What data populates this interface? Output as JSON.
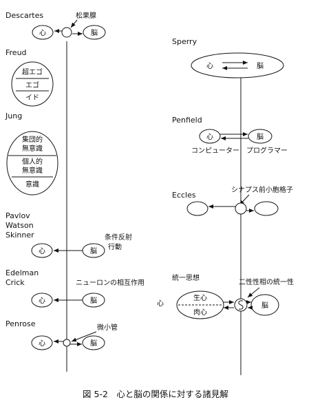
{
  "left": {
    "descartes": {
      "name": "Descartes",
      "mind": "心",
      "brain": "脳",
      "gland": "松果腺"
    },
    "freud": {
      "name": "Freud",
      "rows": [
        "超エゴ",
        "エゴ",
        "イド"
      ]
    },
    "jung": {
      "name": "Jung",
      "rows": [
        "集団的",
        "無意識",
        "個人的",
        "無意識",
        "意識"
      ]
    },
    "behaviorists": {
      "names": [
        "Pavlov",
        "Watson",
        "Skinner"
      ],
      "mind": "心",
      "brain": "脳",
      "note": [
        "条件反射",
        "行動"
      ]
    },
    "edelman": {
      "names": [
        "Edelman",
        "Crick"
      ],
      "mind": "心",
      "brain": "脳",
      "note": "ニューロンの相互作用"
    },
    "penrose": {
      "name": "Penrose",
      "mind": "心",
      "brain": "脳",
      "note": "微小管"
    }
  },
  "right": {
    "sperry": {
      "name": "Sperry",
      "mind": "心",
      "brain": "脳"
    },
    "penfield": {
      "name": "Penfield",
      "mind": "心",
      "brain": "脳",
      "mind_label": "コンピューター",
      "brain_label": "プログラマー"
    },
    "eccles": {
      "name": "Eccles",
      "note": "シナプス前小胞格子"
    },
    "unified": {
      "name": "統一思想",
      "note": "二性性相の統一性",
      "mind": "心",
      "inner_top": "生心",
      "inner_bottom": "肉心",
      "brain": "脳"
    }
  },
  "caption": "図 5-2　心と脳の関係に対する諸見解"
}
